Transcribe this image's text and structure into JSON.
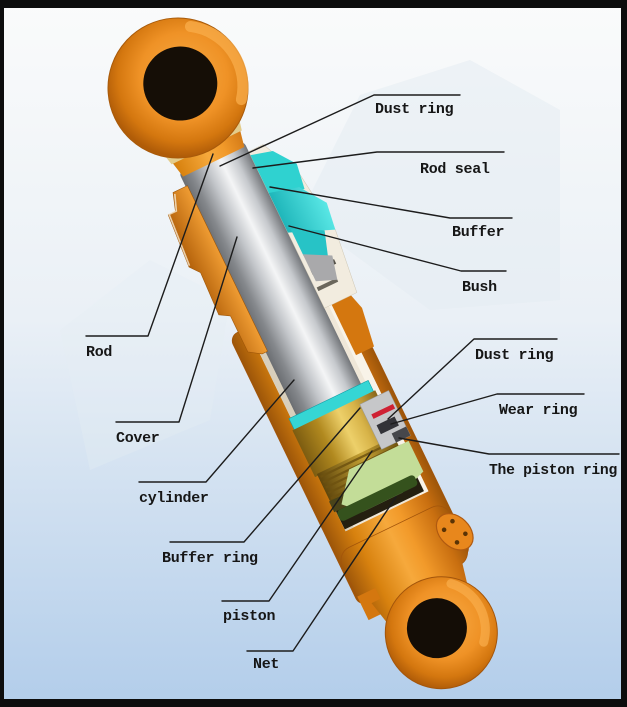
{
  "figure": {
    "labels": {
      "dust_ring_top": "Dust ring",
      "rod_seal": "Rod seal",
      "buffer": "Buffer",
      "bush": "Bush",
      "rod": "Rod",
      "cover": "Cover",
      "cylinder": "cylinder",
      "dust_ring_piston": "Dust ring",
      "wear_ring": "Wear ring",
      "piston_ring": "The piston ring",
      "buffer_ring": "Buffer ring",
      "piston": "piston",
      "net": "Net"
    },
    "colors": {
      "body_orange": "#e8861d",
      "body_orange_dark": "#9c5509",
      "seal_teal": "#35d6d4",
      "piston_gold": "#d9b545",
      "net_green": "#c3dd98",
      "net_green_dark": "#35521d",
      "piston_ring_red": "#cf2133",
      "rod_gray": "#c6c9cd",
      "cut_face_cream": "#efe7d8",
      "background_top": "#fafbfb",
      "background_bottom": "#b2cdea",
      "frame_black": "#0d0d0d",
      "leader_line": "#1c1c1c",
      "label_text": "#161616"
    }
  }
}
